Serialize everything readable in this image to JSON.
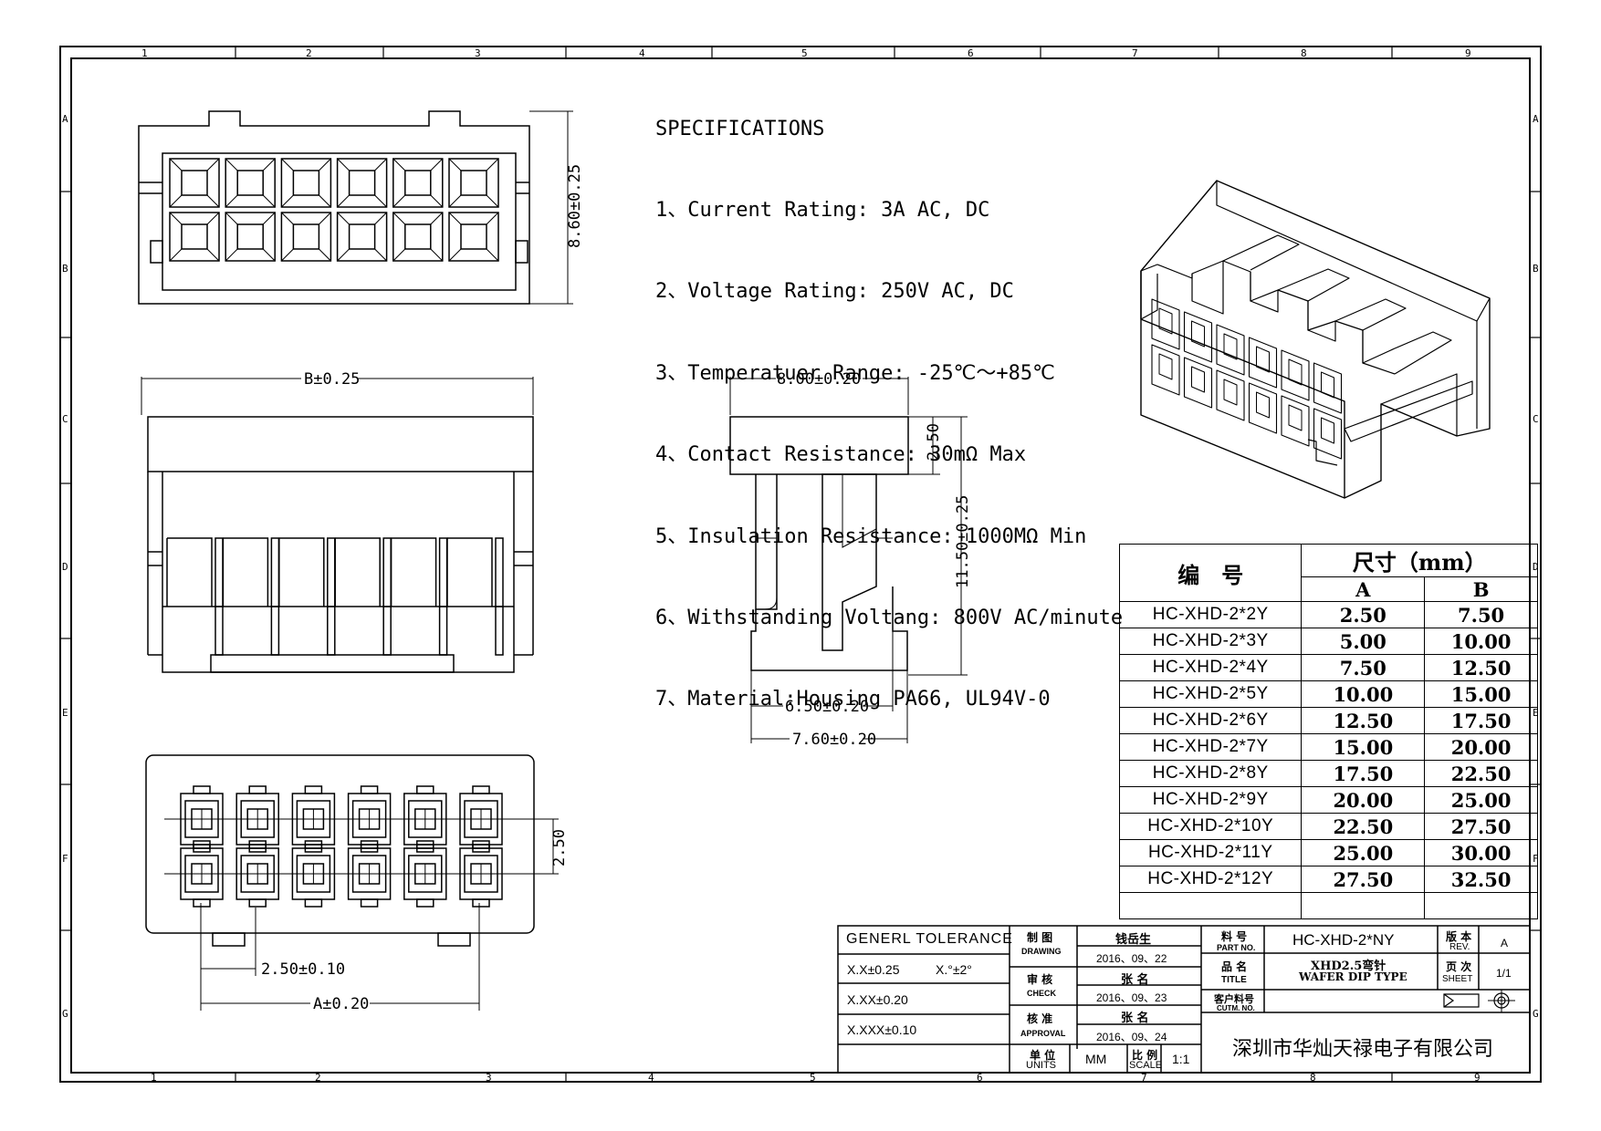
{
  "border": {
    "col_labels_top": [
      "1",
      "2",
      "3",
      "4",
      "5",
      "6",
      "7",
      "8",
      "9"
    ],
    "col_labels_bottom": [
      "1",
      "2",
      "3",
      "4",
      "5",
      "6",
      "7",
      "8",
      "9"
    ],
    "row_labels": [
      "A",
      "B",
      "C",
      "D",
      "E",
      "F",
      "G"
    ]
  },
  "specifications": {
    "title": "SPECIFICATIONS",
    "lines": [
      "1、Current Rating: 3A AC, DC",
      "2、Voltage Rating: 250V AC, DC",
      "3、Temperatuer Range: -25℃～+85℃",
      "4、Contact Resistance: 30mΩ Max",
      "5、Insulation Resistance: 1000MΩ Min",
      "6、Withstanding Voltang: 800V AC/minute",
      "7、Material:Housing PA66, UL94V-0"
    ]
  },
  "dimensions": {
    "top_view_height": "8.60±0.25",
    "front_width": "B±0.25",
    "side_width": "8.00±0.20",
    "side_top": "2.50",
    "side_height": "11.50±0.25",
    "side_inner": "6.50±0.20",
    "side_outer": "7.60±0.20",
    "bottom_row_pitch": "2.50",
    "bottom_pitch": "2.50±0.10",
    "bottom_a": "A±0.20"
  },
  "size_table": {
    "header_code": "编　号",
    "header_size": "尺寸（mm）",
    "col_a": "A",
    "col_b": "B",
    "rows": [
      {
        "code": "HC-XHD-2*2Y",
        "a": "2.50",
        "b": "7.50"
      },
      {
        "code": "HC-XHD-2*3Y",
        "a": "5.00",
        "b": "10.00"
      },
      {
        "code": "HC-XHD-2*4Y",
        "a": "7.50",
        "b": "12.50"
      },
      {
        "code": "HC-XHD-2*5Y",
        "a": "10.00",
        "b": "15.00"
      },
      {
        "code": "HC-XHD-2*6Y",
        "a": "12.50",
        "b": "17.50"
      },
      {
        "code": "HC-XHD-2*7Y",
        "a": "15.00",
        "b": "20.00"
      },
      {
        "code": "HC-XHD-2*8Y",
        "a": "17.50",
        "b": "22.50"
      },
      {
        "code": "HC-XHD-2*9Y",
        "a": "20.00",
        "b": "25.00"
      },
      {
        "code": "HC-XHD-2*10Y",
        "a": "22.50",
        "b": "27.50"
      },
      {
        "code": "HC-XHD-2*11Y",
        "a": "25.00",
        "b": "30.00"
      },
      {
        "code": "HC-XHD-2*12Y",
        "a": "27.50",
        "b": "32.50"
      }
    ]
  },
  "title_block": {
    "tolerance_title": "GENERL TOLERANCE",
    "tol_1": "X.X±0.25",
    "tol_angle": "X.°±2°",
    "tol_2": "X.XX±0.20",
    "tol_3": "X.XXX±0.10",
    "drawing_cn": "制 图",
    "drawing_en": "DRAWING",
    "drawing_name": "钱岳生",
    "drawing_date": "2016、09、22",
    "check_cn": "审 核",
    "check_en": "CHECK",
    "check_name": "张 名",
    "check_date": "2016、09、23",
    "approval_cn": "核 准",
    "approval_en": "APPROVAL",
    "approval_name": "张 名",
    "approval_date": "2016、09、24",
    "units_cn": "单 位",
    "units_en": "UNITS",
    "units_val": "MM",
    "scale_cn": "比 例",
    "scale_en": "SCALE",
    "scale_val": "1:1",
    "part_no_cn": "料 号",
    "part_no_en": "PART NO.",
    "part_no_val": "HC-XHD-2*NY",
    "rev_cn": "版 本",
    "rev_en": "REV.",
    "rev_val": "A",
    "title_cn": "品 名",
    "title_en": "TITLE",
    "title_val_1": "XHD2.5弯针",
    "title_val_2": "WAFER DIP TYPE",
    "sheet_cn": "页 次",
    "sheet_en": "SHEET",
    "sheet_val": "1/1",
    "cust_cn": "客户料号",
    "cust_en": "CUTM. NO.",
    "company": "深圳市华灿天禄电子有限公司"
  }
}
